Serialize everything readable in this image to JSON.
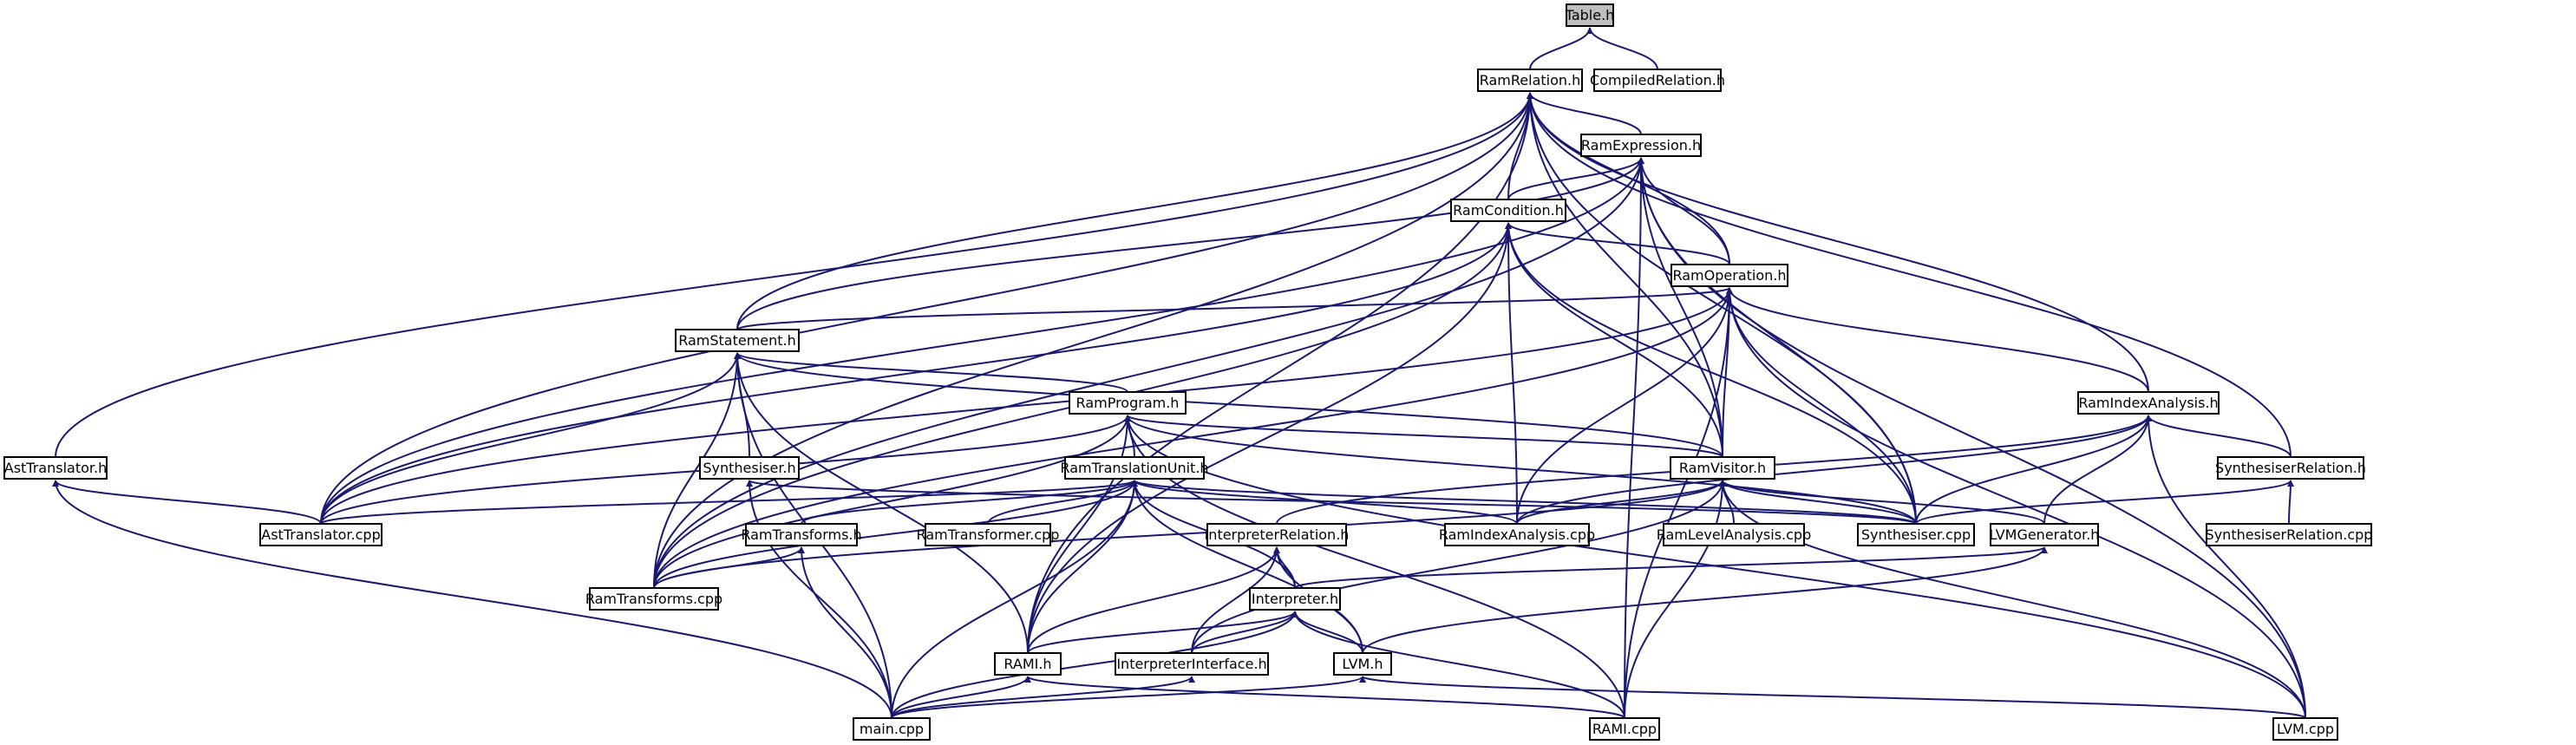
{
  "graph": {
    "edge_color": "#191970",
    "highlight_fill": "#bfbfbf",
    "nodes": [
      {
        "id": "table_h",
        "label": "Table.h",
        "highlight": true
      },
      {
        "id": "ramrelation_h",
        "label": "RamRelation.h"
      },
      {
        "id": "compiledrelation_h",
        "label": "CompiledRelation.h"
      },
      {
        "id": "ramexpression_h",
        "label": "RamExpression.h"
      },
      {
        "id": "ramcondition_h",
        "label": "RamCondition.h"
      },
      {
        "id": "ramoperation_h",
        "label": "RamOperation.h"
      },
      {
        "id": "ramstatement_h",
        "label": "RamStatement.h"
      },
      {
        "id": "ramprogram_h",
        "label": "RamProgram.h"
      },
      {
        "id": "ramindexanalysis_h",
        "label": "RamIndexAnalysis.h"
      },
      {
        "id": "asttranslator_h",
        "label": "AstTranslator.h"
      },
      {
        "id": "synthesiser_h",
        "label": "Synthesiser.h"
      },
      {
        "id": "ramtranslationunit_h",
        "label": "RamTranslationUnit.h"
      },
      {
        "id": "ramvisitor_h",
        "label": "RamVisitor.h"
      },
      {
        "id": "synthesiserrelation_h",
        "label": "SynthesiserRelation.h"
      },
      {
        "id": "asttranslator_cpp",
        "label": "AstTranslator.cpp"
      },
      {
        "id": "ramtransforms_h",
        "label": "RamTransforms.h"
      },
      {
        "id": "ramtransformer_cpp",
        "label": "RamTransformer.cpp"
      },
      {
        "id": "interpreterrelation_h",
        "label": "InterpreterRelation.h"
      },
      {
        "id": "ramindexanalysis_cpp",
        "label": "RamIndexAnalysis.cpp"
      },
      {
        "id": "ramlevelanalysis_cpp",
        "label": "RamLevelAnalysis.cpp"
      },
      {
        "id": "synthesiser_cpp",
        "label": "Synthesiser.cpp"
      },
      {
        "id": "lvmgenerator_h",
        "label": "LVMGenerator.h"
      },
      {
        "id": "synthesiserrelation_cpp",
        "label": "SynthesiserRelation.cpp"
      },
      {
        "id": "ramtransforms_cpp",
        "label": "RamTransforms.cpp"
      },
      {
        "id": "interpreter_h",
        "label": "Interpreter.h"
      },
      {
        "id": "rami_h",
        "label": "RAMI.h"
      },
      {
        "id": "interpreterinterface_h",
        "label": "InterpreterInterface.h"
      },
      {
        "id": "lvm_h",
        "label": "LVM.h"
      },
      {
        "id": "main_cpp",
        "label": "main.cpp"
      },
      {
        "id": "rami_cpp",
        "label": "RAMI.cpp"
      },
      {
        "id": "lvm_cpp",
        "label": "LVM.cpp"
      }
    ],
    "edges": [
      [
        "table_h",
        "ramrelation_h"
      ],
      [
        "table_h",
        "compiledrelation_h"
      ],
      [
        "ramrelation_h",
        "ramexpression_h"
      ],
      [
        "ramrelation_h",
        "ramcondition_h"
      ],
      [
        "ramrelation_h",
        "ramoperation_h"
      ],
      [
        "ramrelation_h",
        "ramstatement_h"
      ],
      [
        "ramrelation_h",
        "ramindexanalysis_h"
      ],
      [
        "ramrelation_h",
        "asttranslator_h"
      ],
      [
        "ramrelation_h",
        "ramvisitor_h"
      ],
      [
        "ramrelation_h",
        "synthesiserrelation_h"
      ],
      [
        "ramrelation_h",
        "asttranslator_cpp"
      ],
      [
        "ramrelation_h",
        "synthesiser_cpp"
      ],
      [
        "ramrelation_h",
        "ramtransforms_cpp"
      ],
      [
        "ramrelation_h",
        "rami_h"
      ],
      [
        "ramexpression_h",
        "ramcondition_h"
      ],
      [
        "ramexpression_h",
        "ramoperation_h"
      ],
      [
        "ramexpression_h",
        "ramstatement_h"
      ],
      [
        "ramexpression_h",
        "ramvisitor_h"
      ],
      [
        "ramexpression_h",
        "asttranslator_cpp"
      ],
      [
        "ramexpression_h",
        "synthesiser_cpp"
      ],
      [
        "ramexpression_h",
        "ramtransforms_cpp"
      ],
      [
        "ramexpression_h",
        "rami_cpp"
      ],
      [
        "ramexpression_h",
        "lvm_cpp"
      ],
      [
        "ramcondition_h",
        "ramoperation_h"
      ],
      [
        "ramcondition_h",
        "ramvisitor_h"
      ],
      [
        "ramcondition_h",
        "asttranslator_cpp"
      ],
      [
        "ramcondition_h",
        "ramindexanalysis_cpp"
      ],
      [
        "ramcondition_h",
        "synthesiser_cpp"
      ],
      [
        "ramcondition_h",
        "ramtransforms_cpp"
      ],
      [
        "ramcondition_h",
        "rami_h"
      ],
      [
        "ramoperation_h",
        "ramstatement_h"
      ],
      [
        "ramoperation_h",
        "ramindexanalysis_h"
      ],
      [
        "ramoperation_h",
        "ramvisitor_h"
      ],
      [
        "ramoperation_h",
        "asttranslator_cpp"
      ],
      [
        "ramoperation_h",
        "ramindexanalysis_cpp"
      ],
      [
        "ramoperation_h",
        "synthesiser_cpp"
      ],
      [
        "ramoperation_h",
        "ramtransforms_cpp"
      ],
      [
        "ramoperation_h",
        "rami_cpp"
      ],
      [
        "ramoperation_h",
        "lvm_cpp"
      ],
      [
        "ramstatement_h",
        "ramprogram_h"
      ],
      [
        "ramstatement_h",
        "synthesiser_h"
      ],
      [
        "ramstatement_h",
        "ramvisitor_h"
      ],
      [
        "ramstatement_h",
        "asttranslator_cpp"
      ],
      [
        "ramstatement_h",
        "ramtransforms_cpp"
      ],
      [
        "ramstatement_h",
        "rami_h"
      ],
      [
        "ramstatement_h",
        "main_cpp"
      ],
      [
        "ramprogram_h",
        "ramtranslationunit_h"
      ],
      [
        "ramprogram_h",
        "ramvisitor_h"
      ],
      [
        "ramprogram_h",
        "asttranslator_cpp"
      ],
      [
        "ramprogram_h",
        "synthesiser_cpp"
      ],
      [
        "ramprogram_h",
        "ramtransforms_cpp"
      ],
      [
        "ramprogram_h",
        "rami_h"
      ],
      [
        "ramprogram_h",
        "rami_cpp"
      ],
      [
        "ramprogram_h",
        "lvm_cpp"
      ],
      [
        "ramindexanalysis_h",
        "ramindexanalysis_cpp"
      ],
      [
        "ramindexanalysis_h",
        "synthesiser_cpp"
      ],
      [
        "ramindexanalysis_h",
        "synthesiserrelation_h"
      ],
      [
        "ramindexanalysis_h",
        "lvmgenerator_h"
      ],
      [
        "ramindexanalysis_h",
        "interpreterrelation_h"
      ],
      [
        "ramindexanalysis_h",
        "lvm_cpp"
      ],
      [
        "asttranslator_h",
        "asttranslator_cpp"
      ],
      [
        "asttranslator_h",
        "main_cpp"
      ],
      [
        "synthesiser_h",
        "synthesiser_cpp"
      ],
      [
        "synthesiser_h",
        "main_cpp"
      ],
      [
        "ramtranslationunit_h",
        "asttranslator_cpp"
      ],
      [
        "ramtranslationunit_h",
        "ramtransforms_h"
      ],
      [
        "ramtranslationunit_h",
        "ramtransformer_cpp"
      ],
      [
        "ramtranslationunit_h",
        "ramindexanalysis_cpp"
      ],
      [
        "ramtranslationunit_h",
        "synthesiser_cpp"
      ],
      [
        "ramtranslationunit_h",
        "interpreter_h"
      ],
      [
        "ramtranslationunit_h",
        "rami_h"
      ],
      [
        "ramtranslationunit_h",
        "lvm_h"
      ],
      [
        "ramtranslationunit_h",
        "main_cpp"
      ],
      [
        "ramtranslationunit_h",
        "ramtransforms_cpp"
      ],
      [
        "ramvisitor_h",
        "ramindexanalysis_cpp"
      ],
      [
        "ramvisitor_h",
        "ramlevelanalysis_cpp"
      ],
      [
        "ramvisitor_h",
        "synthesiser_cpp"
      ],
      [
        "ramvisitor_h",
        "lvmgenerator_h"
      ],
      [
        "ramvisitor_h",
        "ramtransforms_cpp"
      ],
      [
        "ramvisitor_h",
        "rami_cpp"
      ],
      [
        "ramvisitor_h",
        "lvm_cpp"
      ],
      [
        "ramvisitor_h",
        "interpreterinterface_h"
      ],
      [
        "synthesiserrelation_h",
        "synthesiser_cpp"
      ],
      [
        "synthesiserrelation_h",
        "synthesiserrelation_cpp"
      ],
      [
        "ramtransforms_h",
        "ramtransforms_cpp"
      ],
      [
        "ramtransforms_h",
        "main_cpp"
      ],
      [
        "interpreterrelation_h",
        "interpreter_h"
      ],
      [
        "interpreterrelation_h",
        "rami_h"
      ],
      [
        "interpreterrelation_h",
        "lvm_h"
      ],
      [
        "interpreterrelation_h",
        "interpreterinterface_h"
      ],
      [
        "lvmgenerator_h",
        "lvm_h"
      ],
      [
        "lvmgenerator_h",
        "interpreter_h"
      ],
      [
        "interpreter_h",
        "rami_h"
      ],
      [
        "interpreter_h",
        "interpreterinterface_h"
      ],
      [
        "interpreter_h",
        "lvm_h"
      ],
      [
        "interpreter_h",
        "main_cpp"
      ],
      [
        "interpreter_h",
        "rami_cpp"
      ],
      [
        "rami_h",
        "main_cpp"
      ],
      [
        "rami_h",
        "rami_cpp"
      ],
      [
        "interpreterinterface_h",
        "main_cpp"
      ],
      [
        "lvm_h",
        "main_cpp"
      ],
      [
        "lvm_h",
        "lvm_cpp"
      ]
    ]
  }
}
